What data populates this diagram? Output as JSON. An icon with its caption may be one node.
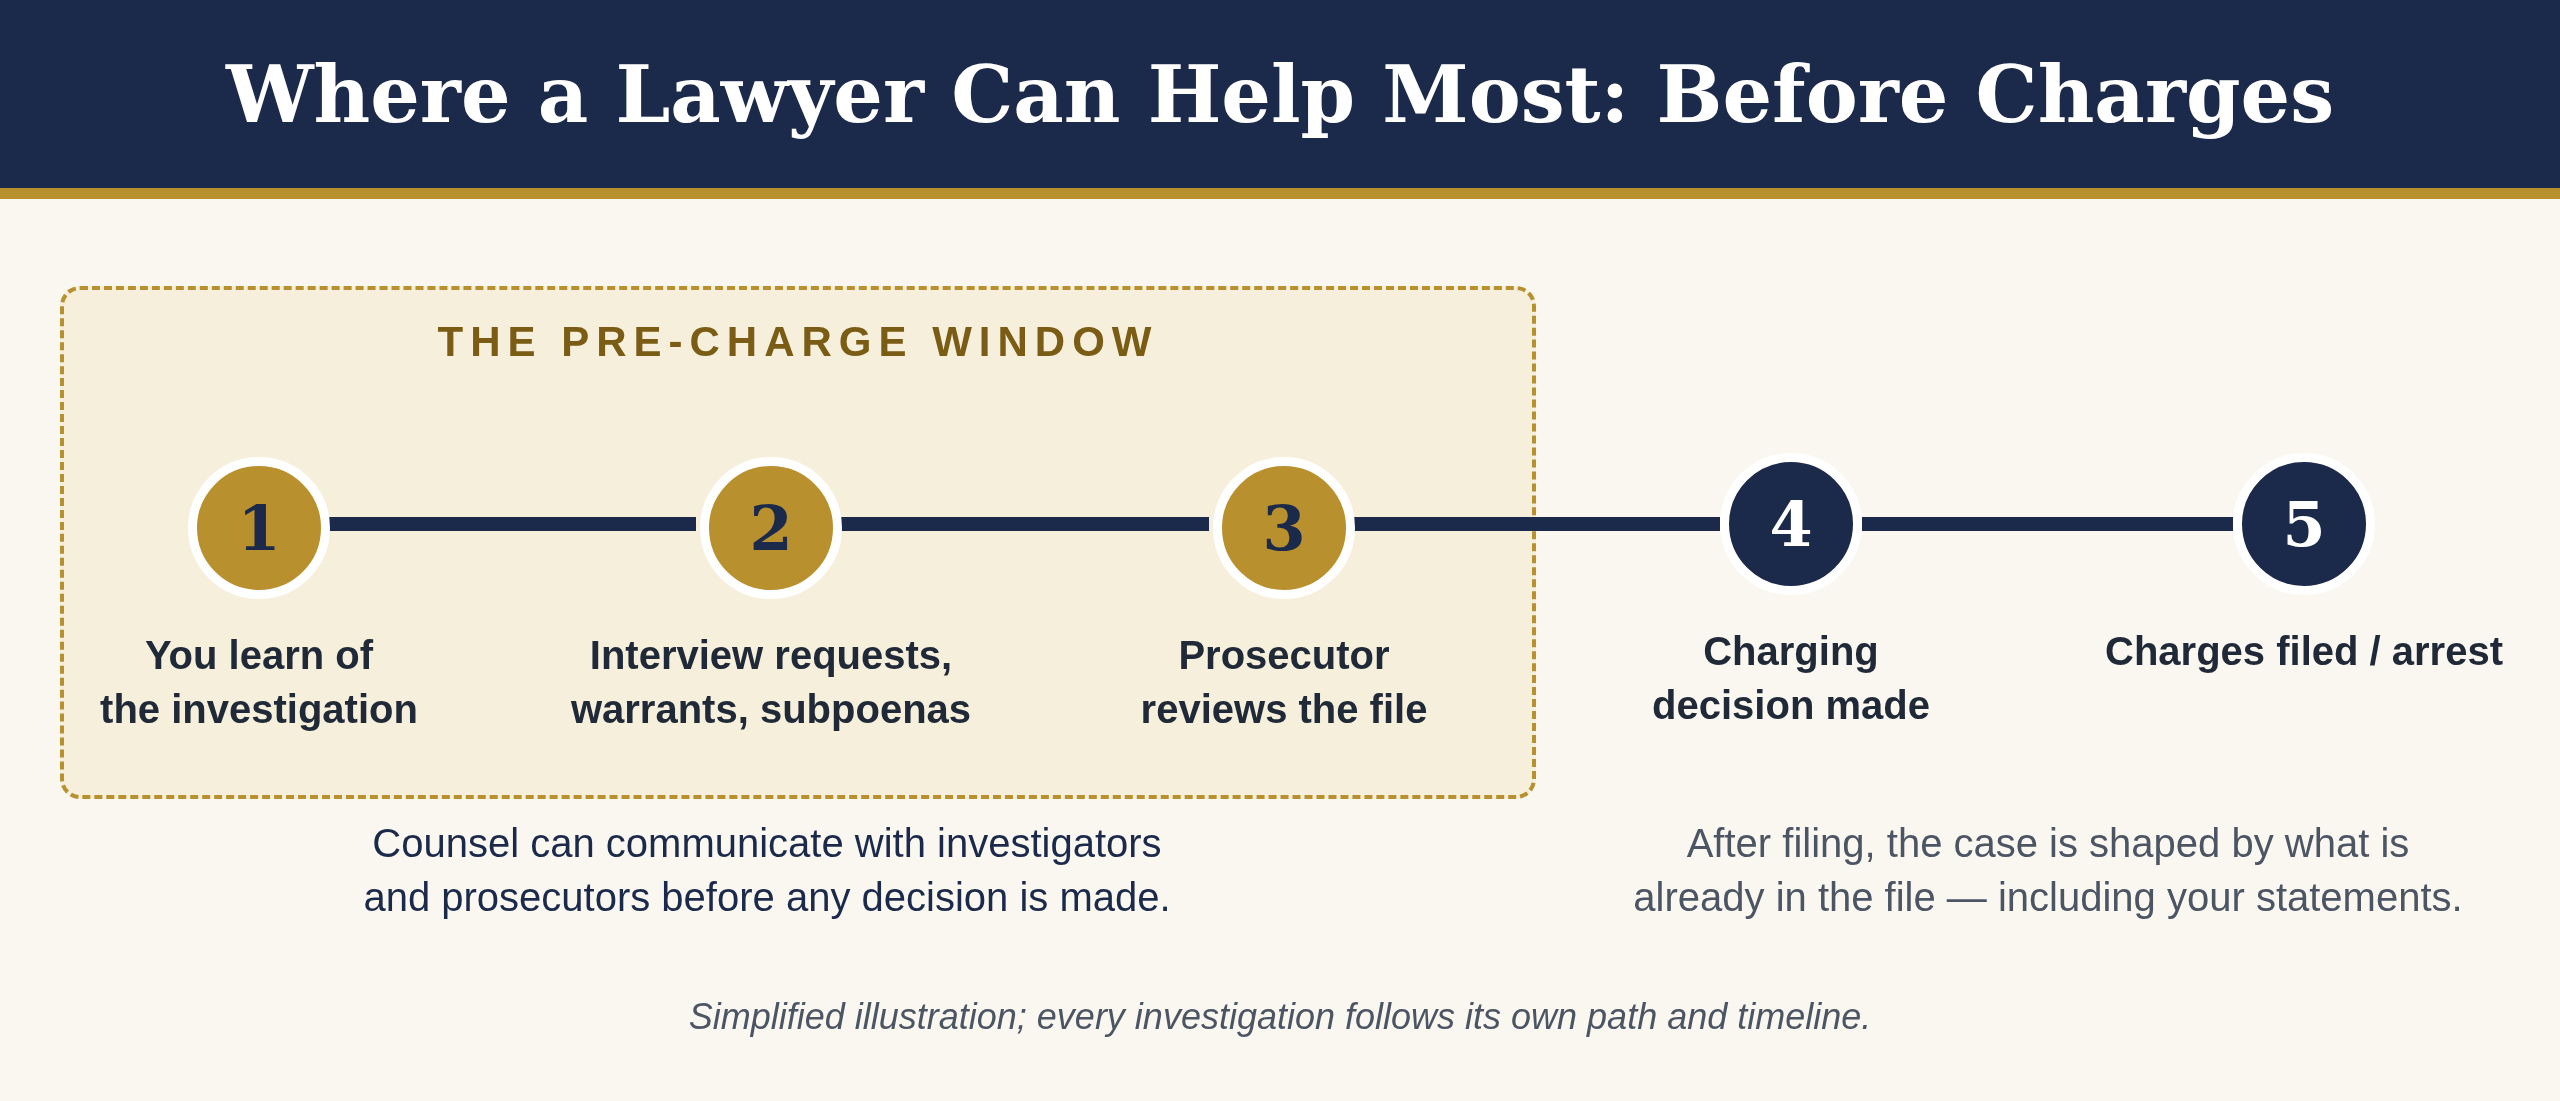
{
  "diagram": {
    "title": "Where a Lawyer Can Help Most: Before Charges",
    "caption": "Simplified illustration; every investigation follows its own path and timeline.",
    "nodes": [
      {
        "text": [
          "THE PRE-CHARGE WINDOW"
        ]
      },
      {
        "text": [
          "1"
        ],
        "in": 0,
        "beside": [
          "You learn of the investigation"
        ]
      },
      {
        "text": [
          "2"
        ],
        "in": 0,
        "beside": [
          "Interview requests, warrants, subpoenas"
        ]
      },
      {
        "text": [
          "3"
        ],
        "in": 0,
        "beside": [
          "Prosecutor reviews the file"
        ]
      },
      {
        "text": [
          "4"
        ],
        "beside": [
          "Charging decision made"
        ]
      },
      {
        "text": [
          "5"
        ],
        "beside": [
          "Charges filed / arrest"
        ]
      }
    ],
    "edges": [
      {
        "from": 1,
        "to": 2,
        "arrow": "none"
      },
      {
        "from": 2,
        "to": 3,
        "arrow": "none"
      },
      {
        "from": 3,
        "to": 4,
        "arrow": "none"
      },
      {
        "from": 4,
        "to": 5,
        "arrow": "none"
      }
    ],
    "labels": [
      "Counsel can communicate with investigators and prosecutors before any decision is made.",
      "After filing, the case is shaped by what is already in the file — including your statements."
    ]
  }
}
